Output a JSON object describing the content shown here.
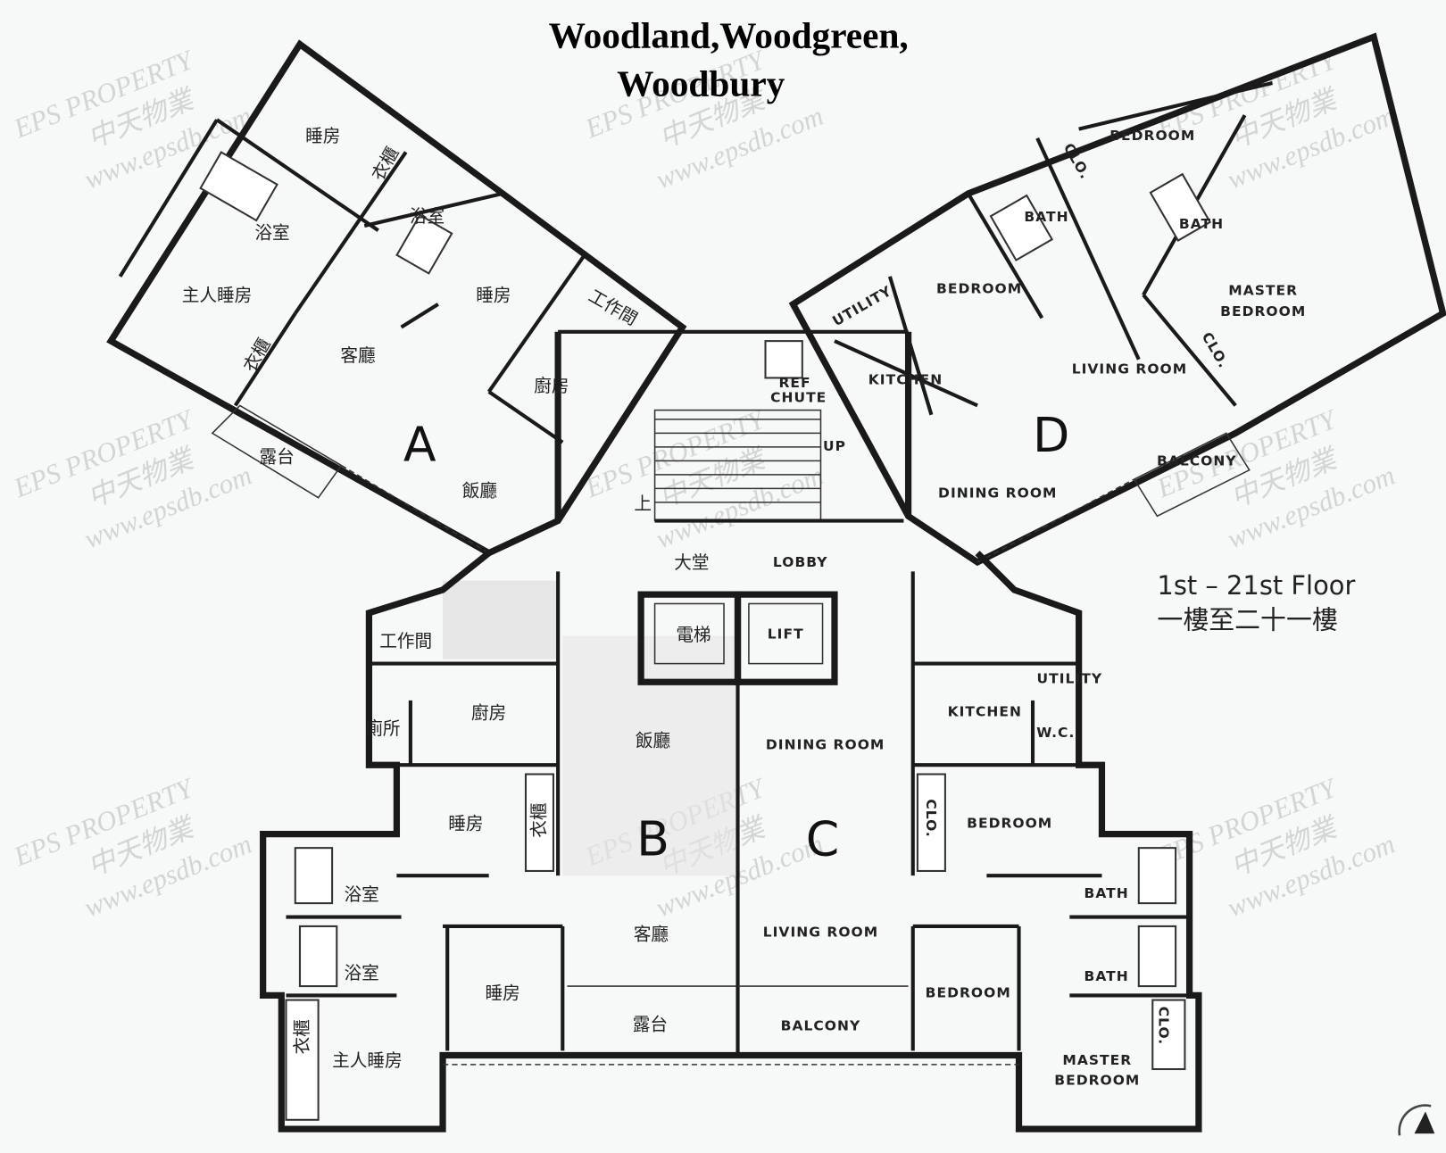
{
  "title": {
    "line1": "Woodland,Woodgreen,",
    "line2": "Woodbury"
  },
  "legend": {
    "floor_en": "1st – 21st Floor",
    "floor_zh": "一樓至二十一樓"
  },
  "watermark": {
    "brand": "EPS PROPERTY",
    "brand_zh": "中天物業",
    "site": "www.epsdb.com"
  },
  "units": {
    "a": "A",
    "b": "B",
    "c": "C",
    "d": "D"
  },
  "unit_a": [
    "睡房",
    "衣櫃",
    "浴室",
    "浴室",
    "主人睡房",
    "睡房",
    "工作間",
    "衣櫃",
    "客廳",
    "廚房",
    "露台",
    "飯廳"
  ],
  "unit_d": [
    "BEDROOM",
    "CLO.",
    "BATH",
    "BATH",
    "UTILITY",
    "BEDROOM",
    "MASTER",
    "BEDROOM",
    "CLO.",
    "LIVING ROOM",
    "KITCHEN",
    "BALCONY",
    "DINING ROOM"
  ],
  "core": [
    "REF",
    "CHUTE",
    "UP",
    "上",
    "大堂",
    "LOBBY",
    "電梯",
    "LIFT"
  ],
  "unit_b": [
    "工作間",
    "廚房",
    "廁所",
    "飯廳",
    "睡房",
    "衣櫃",
    "浴室",
    "客廳",
    "浴室",
    "睡房",
    "露台",
    "衣櫃",
    "主人睡房"
  ],
  "unit_c": [
    "UTILITY",
    "KITCHEN",
    "W.C.",
    "DINING ROOM",
    "CLO.",
    "BEDROOM",
    "BATH",
    "LIVING ROOM",
    "BATH",
    "BEDROOM",
    "BALCONY",
    "CLO.",
    "MASTER",
    "BEDROOM"
  ],
  "north_arrow_icon": "north-arrow-icon"
}
